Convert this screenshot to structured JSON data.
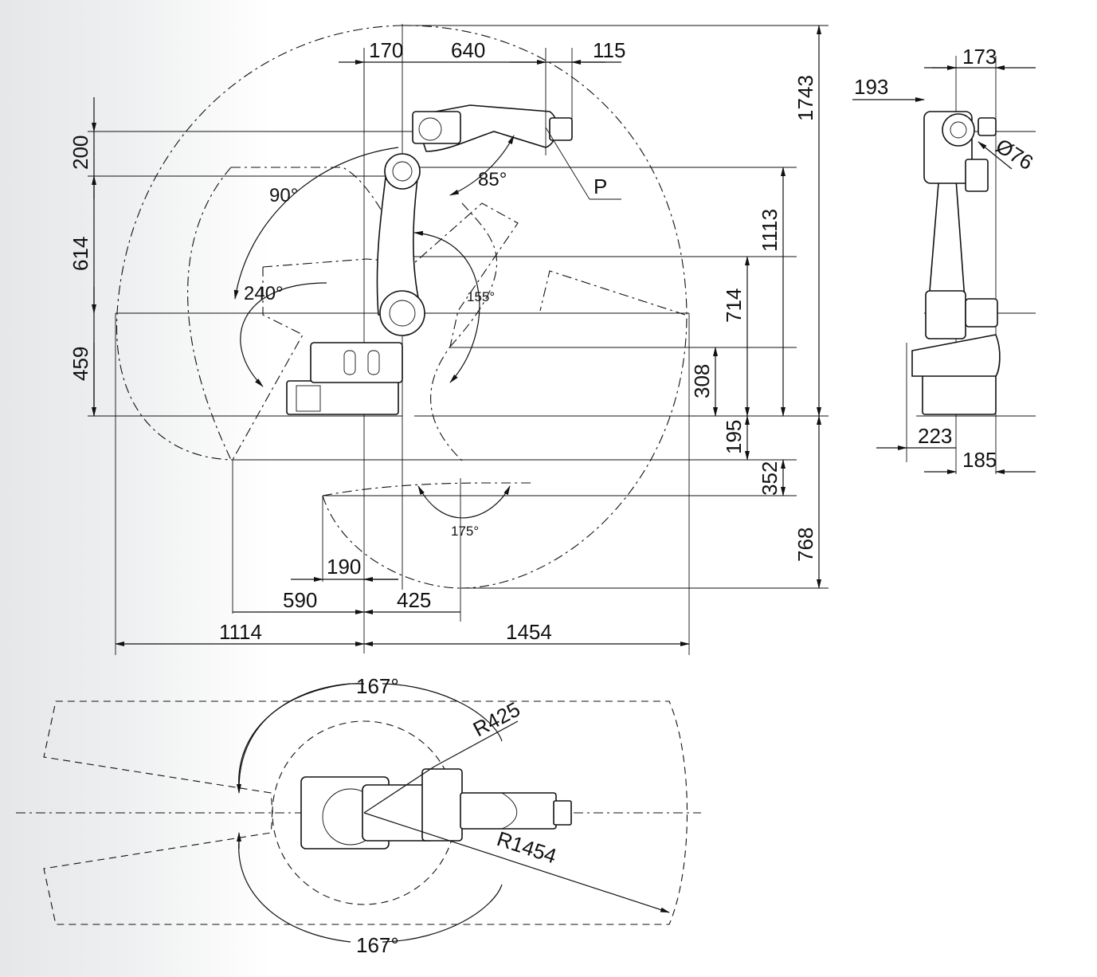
{
  "side_view": {
    "top_dims": [
      "170",
      "640",
      "115"
    ],
    "left_dims": [
      "200",
      "614",
      "459"
    ],
    "right_dims": [
      "1743",
      "1113",
      "714",
      "308",
      "195",
      "352",
      "768"
    ],
    "bottom_dims": [
      "190",
      "590",
      "425",
      "1114",
      "1454"
    ],
    "angles": [
      "90°",
      "85°",
      "240°",
      "155°",
      "175°"
    ],
    "point_label": "P"
  },
  "front_view": {
    "dims": [
      "173",
      "193",
      "223",
      "185"
    ],
    "diameter": "Ø76"
  },
  "top_view": {
    "angles": [
      "167°",
      "167°"
    ],
    "radii": [
      "R425",
      "R1454"
    ]
  },
  "colors": {
    "line": "#111111",
    "panel": "#e6e7e8"
  }
}
